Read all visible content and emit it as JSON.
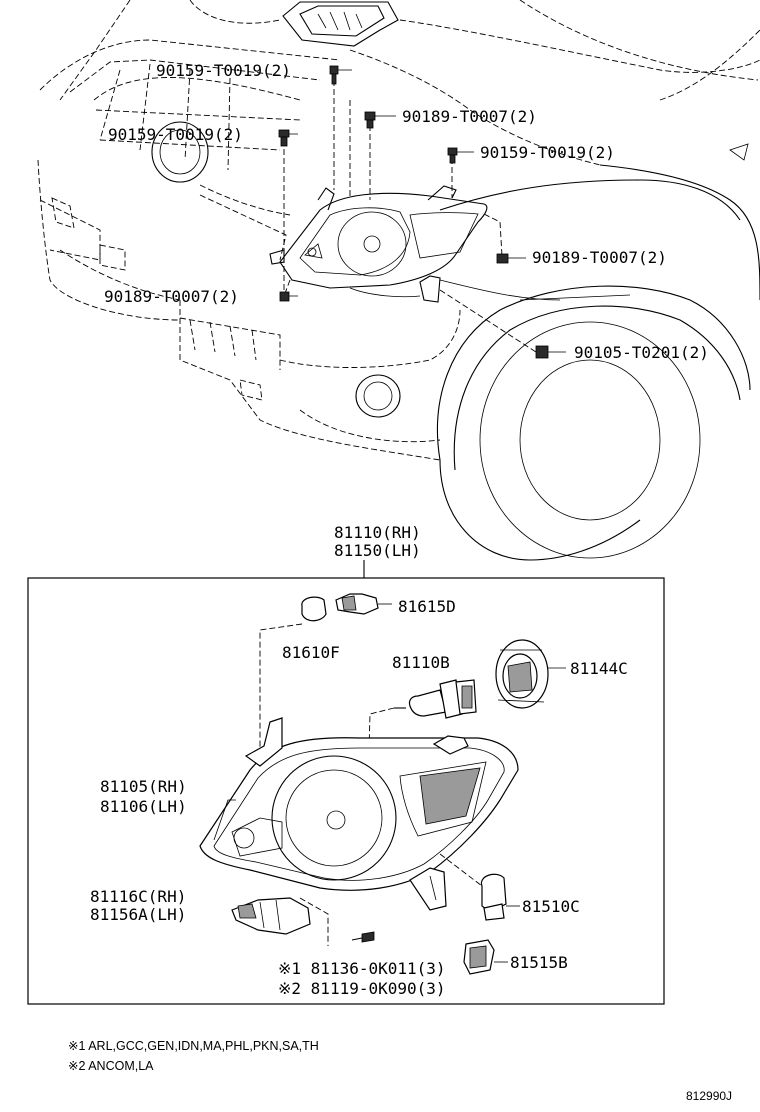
{
  "labels": {
    "bolt_top": "90159-T0019(2)",
    "nut_top": "90189-T0007(2)",
    "bolt_left": "90159-T0019(2)",
    "bolt_right": "90159-T0019(2)",
    "nut_right": "90189-T0007(2)",
    "nut_left": "90189-T0007(2)",
    "screw_right": "90105-T0201(2)",
    "assy_rh": "81110(RH)",
    "assy_lh": "81150(LH)",
    "socket": "81615D",
    "bulb_small": "81610F",
    "bulb_main": "81110B",
    "cover": "81144C",
    "housing_rh": "81105(RH)",
    "housing_lh": "81106(LH)",
    "bracket_rh": "81116C(RH)",
    "bracket_lh": "81156A(LH)",
    "bulb_turn": "81510C",
    "screw_1": "※1 81136-0K011(3)",
    "screw_2": "※2 81119-0K090(3)",
    "socket_turn": "81515B"
  },
  "notes": {
    "note1": "※1 ARL,GCC,GEN,IDN,MA,PHL,PKN,SA,TH",
    "note2": "※2 ANCOM,LA"
  },
  "diagram_code": "812990J"
}
